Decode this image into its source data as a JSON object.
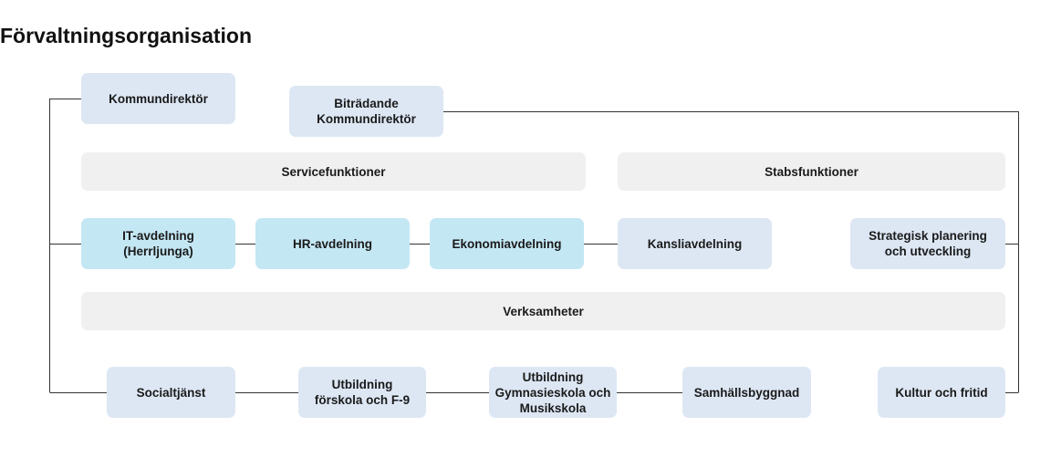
{
  "title": "Förvaltningsorganisation",
  "top": {
    "kommundirektor": "Kommundirektör",
    "bitradande": "Biträdande\nKommundirektör"
  },
  "bands": {
    "service": "Servicefunktioner",
    "stab": "Stabsfunktioner",
    "verksamheter": "Verksamheter"
  },
  "service_units": [
    "IT-avdelning\n(Herrljunga)",
    "HR-avdelning",
    "Ekonomiavdelning"
  ],
  "stab_units": [
    "Kansliavdelning",
    "Strategisk planering\noch utveckling"
  ],
  "verksamheter_units": [
    "Socialtjänst",
    "Utbildning\nförskola och F-9",
    "Utbildning\nGymnasieskola och\nMusikskola",
    "Samhällsbyggnad",
    "Kultur och fritid"
  ],
  "colors": {
    "light_box": "#dde7f4",
    "service_box": "#c4e7f4",
    "band": "#f0f0f0",
    "line": "#333333"
  }
}
